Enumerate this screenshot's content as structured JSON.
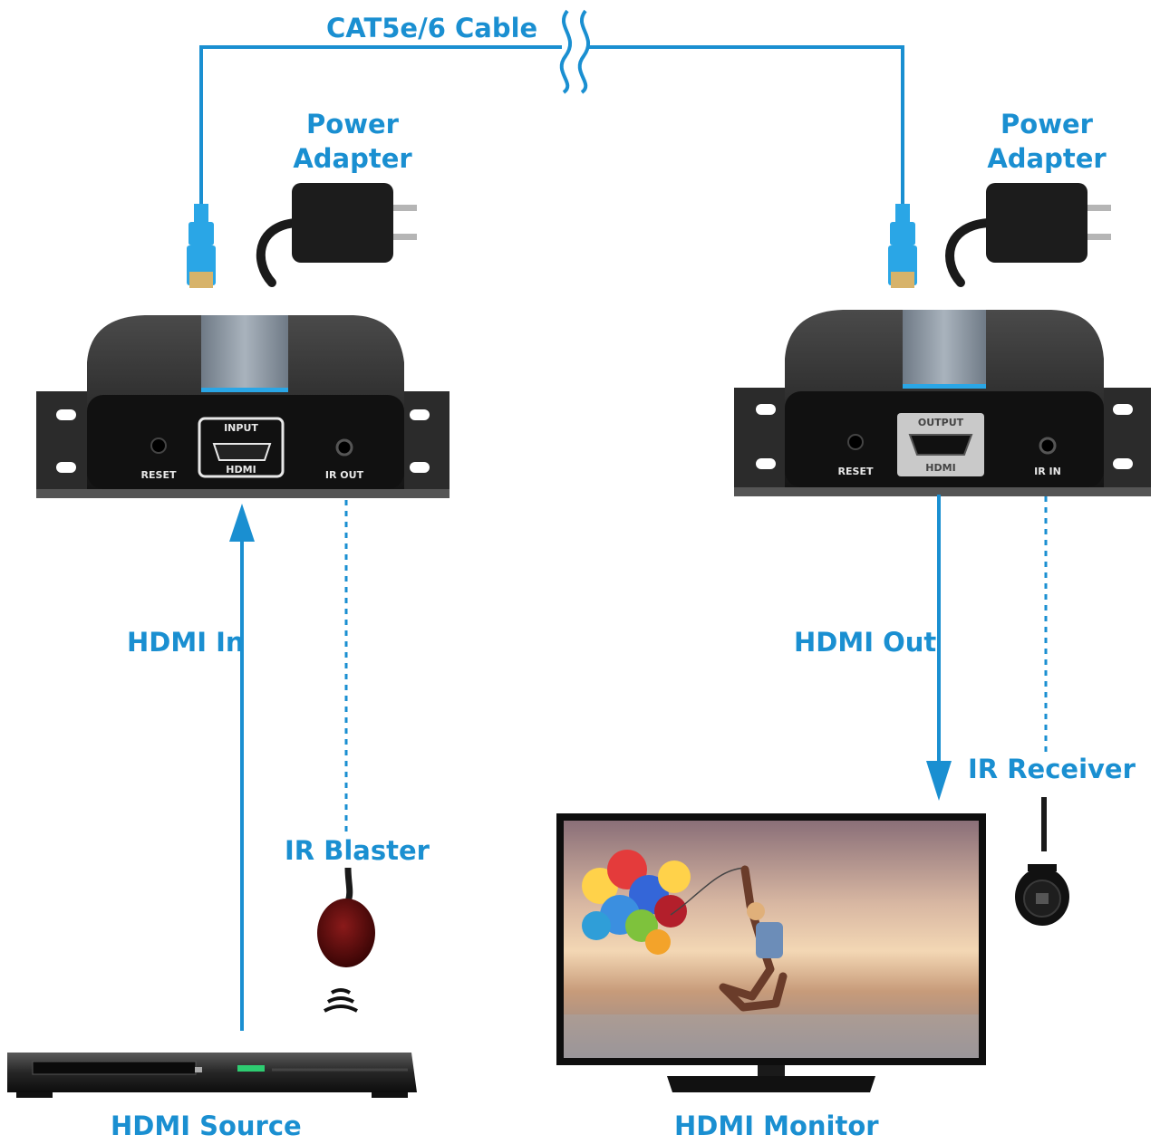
{
  "labels": {
    "cable": "CAT5e/6 Cable",
    "power_adapter_left_line1": "Power",
    "power_adapter_left_line2": "Adapter",
    "power_adapter_right_line1": "Power",
    "power_adapter_right_line2": "Adapter",
    "hdmi_in": "HDMI In",
    "hdmi_out": "HDMI Out",
    "ir_blaster": "IR Blaster",
    "ir_receiver": "IR Receiver",
    "hdmi_source": "HDMI Source",
    "hdmi_monitor": "HDMI Monitor"
  },
  "transmitter": {
    "reset": "RESET",
    "port_top": "INPUT",
    "port_bottom": "HDMI",
    "ir": "IR OUT"
  },
  "receiver": {
    "reset": "RESET",
    "port_top": "OUTPUT",
    "port_bottom": "HDMI",
    "ir": "IR IN"
  },
  "colors": {
    "accent": "#1a8fd1",
    "device": "#1c1c1c",
    "device_edge": "#3a3a3a",
    "cable_plug": "#2aa6e6"
  }
}
